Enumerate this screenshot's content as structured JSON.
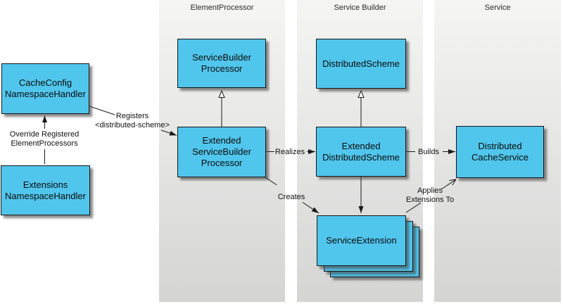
{
  "columns": [
    {
      "id": "element-processor",
      "label": "ElementProcessor"
    },
    {
      "id": "service-builder",
      "label": "Service Builder"
    },
    {
      "id": "service",
      "label": "Service"
    }
  ],
  "nodes": {
    "cacheconfig": {
      "lines": [
        "CacheConfig",
        "NamespaceHandler"
      ]
    },
    "extensions": {
      "lines": [
        "Extensions",
        "NamespaceHandler"
      ]
    },
    "servicebuilder_processor": {
      "lines": [
        "ServiceBuilder",
        "Processor"
      ]
    },
    "extended_servicebuilder_processor": {
      "lines": [
        "Extended",
        "ServiceBuilder",
        "Processor"
      ]
    },
    "distributedscheme": {
      "lines": [
        "DistributedScheme"
      ]
    },
    "extended_distributedscheme": {
      "lines": [
        "Extended",
        "DistributedScheme"
      ]
    },
    "serviceextension": {
      "lines": [
        "ServiceExtension"
      ]
    },
    "distributed_cacheservice": {
      "lines": [
        "Distributed",
        "CacheService"
      ]
    }
  },
  "edges": {
    "override": {
      "from": "Extensions NamespaceHandler",
      "to": "CacheConfig NamespaceHandler",
      "arrow": "filled",
      "label_lines": [
        "Override Registered",
        "ElementProcessors"
      ]
    },
    "registers": {
      "from": "CacheConfig NamespaceHandler",
      "to": "Extended ServiceBuilder Processor",
      "arrow": "filled",
      "label_lines": [
        "Registers",
        "<distributed-scheme>"
      ]
    },
    "generalization_processor": {
      "from": "Extended ServiceBuilder Processor",
      "to": "ServiceBuilder Processor",
      "arrow": "hollow-triangle",
      "label_lines": []
    },
    "generalization_scheme": {
      "from": "Extended DistributedScheme",
      "to": "DistributedScheme",
      "arrow": "hollow-triangle",
      "label_lines": []
    },
    "realizes": {
      "from": "Extended ServiceBuilder Processor",
      "to": "Extended DistributedScheme",
      "arrow": "filled",
      "label_lines": [
        "Realizes"
      ]
    },
    "builds": {
      "from": "Extended DistributedScheme",
      "to": "Distributed CacheService",
      "arrow": "filled",
      "label_lines": [
        "Builds"
      ]
    },
    "creates": {
      "from": "Extended ServiceBuilder Processor",
      "to": "ServiceExtension",
      "arrow": "filled",
      "label_lines": [
        "Creates"
      ]
    },
    "scheme_to_extension": {
      "from": "Extended DistributedScheme",
      "to": "ServiceExtension",
      "arrow": "filled",
      "label_lines": []
    },
    "applies": {
      "from": "ServiceExtension",
      "to": "Distributed CacheService",
      "arrow": "open",
      "label_lines": [
        "Applies",
        "Extensions To"
      ]
    }
  },
  "colors": {
    "node_fill": "#51c6ed",
    "node_border": "#161616",
    "column_top": "#f5f5f4",
    "column_bottom": "#d5d5d4",
    "line": "#1a1a1a",
    "shadow": "#4646469e"
  }
}
